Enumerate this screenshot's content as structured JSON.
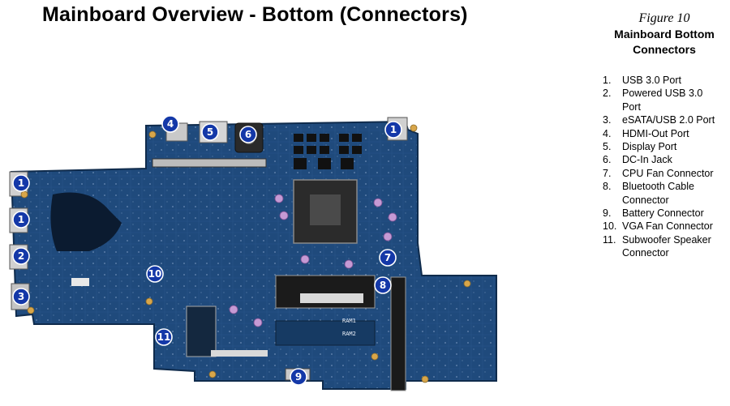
{
  "title": "Mainboard Overview - Bottom (Connectors)",
  "figure": {
    "number": "Figure 10",
    "title_line1": "Mainboard Bottom",
    "title_line2": "Connectors"
  },
  "legend": [
    {
      "num": "1.",
      "lines": [
        "USB 3.0 Port"
      ]
    },
    {
      "num": "2.",
      "lines": [
        "Powered USB 3.0",
        "Port"
      ]
    },
    {
      "num": "3.",
      "lines": [
        "eSATA/USB 2.0 Port"
      ]
    },
    {
      "num": "4.",
      "lines": [
        "HDMI-Out Port"
      ]
    },
    {
      "num": "5.",
      "lines": [
        "Display Port"
      ]
    },
    {
      "num": "6.",
      "lines": [
        "DC-In Jack"
      ]
    },
    {
      "num": "7.",
      "lines": [
        "CPU Fan Connector"
      ]
    },
    {
      "num": "8.",
      "lines": [
        "Bluetooth Cable",
        "Connector"
      ]
    },
    {
      "num": "9.",
      "lines": [
        "Battery Connector"
      ]
    },
    {
      "num": "10.",
      "lines": [
        "VGA Fan Connector"
      ]
    },
    {
      "num": "11.",
      "lines": [
        "Subwoofer Speaker",
        "Connector"
      ]
    }
  ],
  "callouts": [
    {
      "label": "1"
    },
    {
      "label": "1"
    },
    {
      "label": "1"
    },
    {
      "label": "2"
    },
    {
      "label": "3"
    },
    {
      "label": "4"
    },
    {
      "label": "5"
    },
    {
      "label": "6"
    },
    {
      "label": "7"
    },
    {
      "label": "8"
    },
    {
      "label": "9"
    },
    {
      "label": "10"
    },
    {
      "label": "11"
    }
  ],
  "silkscreen": {
    "ram1": "RAM1",
    "ram2": "RAM2"
  },
  "colors": {
    "board": "#1f4a7c",
    "board_dark": "#163a63",
    "callout_fill": "#1438a8",
    "callout_stroke": "#ffffff"
  }
}
